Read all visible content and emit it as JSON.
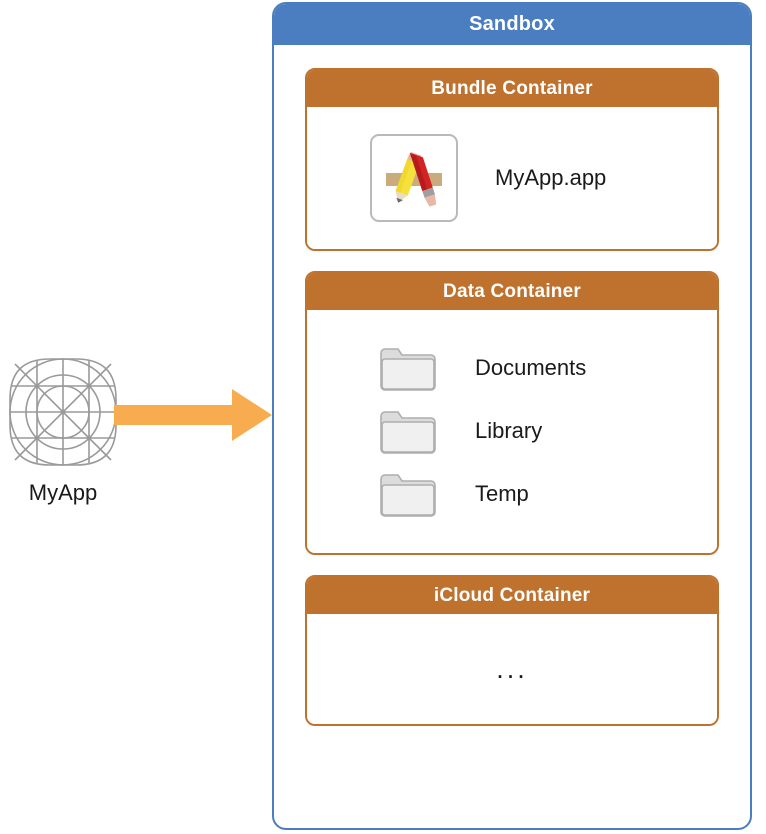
{
  "diagram": {
    "source": {
      "icon_name": "app-grid-icon",
      "label": "MyApp"
    },
    "arrow": {
      "icon_name": "arrow-right-icon",
      "color": "#f7ad4f"
    },
    "sandbox": {
      "title": "Sandbox",
      "header_color": "#4a7ec0",
      "border_color": "#4a7ec0",
      "containers": [
        {
          "title": "Bundle Container",
          "header_color": "#bf722d",
          "items": [
            {
              "icon_name": "xcode-app-icon",
              "label": "MyApp.app"
            }
          ]
        },
        {
          "title": "Data Container",
          "header_color": "#bf722d",
          "items": [
            {
              "icon_name": "folder-icon",
              "label": "Documents"
            },
            {
              "icon_name": "folder-icon",
              "label": "Library"
            },
            {
              "icon_name": "folder-icon",
              "label": "Temp"
            }
          ]
        },
        {
          "title": "iCloud Container",
          "header_color": "#bf722d",
          "items": [],
          "placeholder": "..."
        }
      ]
    }
  }
}
